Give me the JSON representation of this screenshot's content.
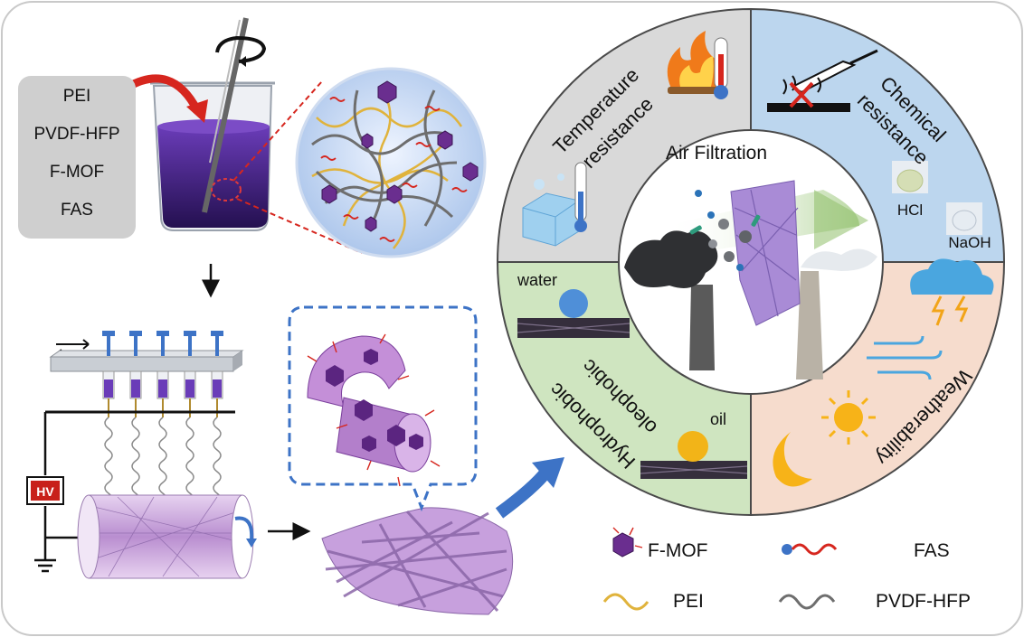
{
  "ingredients": [
    "PEI",
    "PVDF-HFP",
    "F-MOF",
    "FAS"
  ],
  "equipment": {
    "hv_label": "HV"
  },
  "center": {
    "title": "Air Filtration"
  },
  "segments": {
    "temperature": {
      "line1": "Temperature",
      "line2": "resistance"
    },
    "chemical": {
      "line1": "Chemical",
      "line2": "resistance",
      "hcl": "HCl",
      "naoh": "NaOH"
    },
    "hydrophobic": {
      "line1": "Hydrophobic",
      "line2": "oleophobic",
      "water": "water",
      "oil": "oil"
    },
    "weather": {
      "label": "Weatherability"
    }
  },
  "legend": {
    "fmof": "F-MOF",
    "fas": "FAS",
    "pei": "PEI",
    "pvdf": "PVDF-HFP"
  },
  "colors": {
    "temperature_bg": "#d9d9d9",
    "chemical_bg": "#bcd6ee",
    "hydrophobic_bg": "#cfe5c0",
    "weather_bg": "#f6dccd",
    "solution": "#5a2c9c",
    "fiber": "#c7a0dd",
    "arrow_blue": "#3d73c6",
    "arrow_red": "#d6261e"
  }
}
